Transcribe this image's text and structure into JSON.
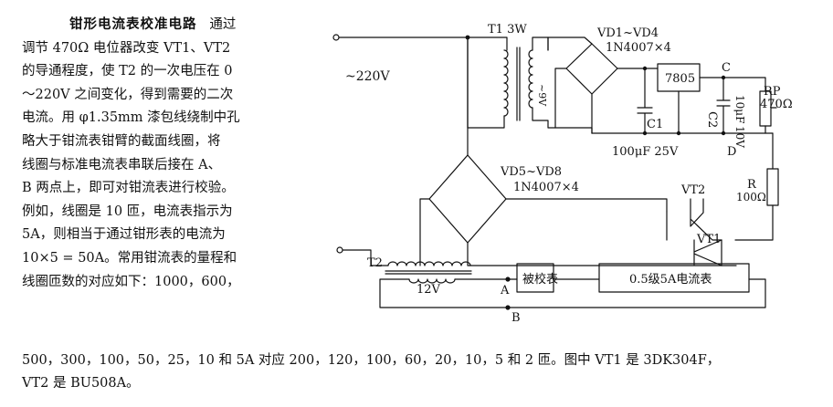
{
  "text": {
    "title": "钳形电流表校准电路",
    "line1_rest": "通过",
    "lines": [
      "调节 470Ω 电位器改变 VT1、VT2",
      "的导通程度，使 T2 的一次电压在 0",
      "～220V 之间变化，得到需要的二次",
      "电流。用 φ1.35mm 漆包线绕制中孔",
      "略大于钳流表钳臂的截面线圈，将",
      "线圈与标准电流表串联后接在 A、",
      "B 两点上，即可对钳流表进行校验。",
      "例如，线圈是 10 匝，电流表指示为",
      "5A，则相当于通过钳形表的电流为",
      "10×5 = 50A。常用钳流表的量程和",
      "线圈匝数的对应如下：1000，600，"
    ],
    "tail": [
      "500，300，100，50，25，10 和 5A 对应 200，120，100，60，20，10，5 和 2 匝。图中 VT1 是 3DK304F，",
      "VT2 是 BU508A。"
    ]
  },
  "circuit": {
    "mains": "~220V",
    "t1": "T1  3W",
    "t1_sec": "~9V",
    "bridge1": "VD1~VD4",
    "bridge1_part": "1N4007×4",
    "regulator": "7805",
    "c1": "C1",
    "c1_value": "100μF  25V",
    "c2": "C2",
    "c2_value": "10μF",
    "c2_voltage": "10V",
    "node_c": "C",
    "node_d": "D",
    "rp": "RP",
    "rp_value": "470Ω",
    "r": "R",
    "r_value": "100Ω",
    "bridge2": "VD5~VD8",
    "bridge2_part": "1N4007×4",
    "vt2": "VT2",
    "vt1": "VT1",
    "t2": "T2",
    "t2_sec": "12V",
    "node_a": "A",
    "node_b": "B",
    "meter_test": "被校表",
    "meter_std": "0.5级5A电流表"
  }
}
